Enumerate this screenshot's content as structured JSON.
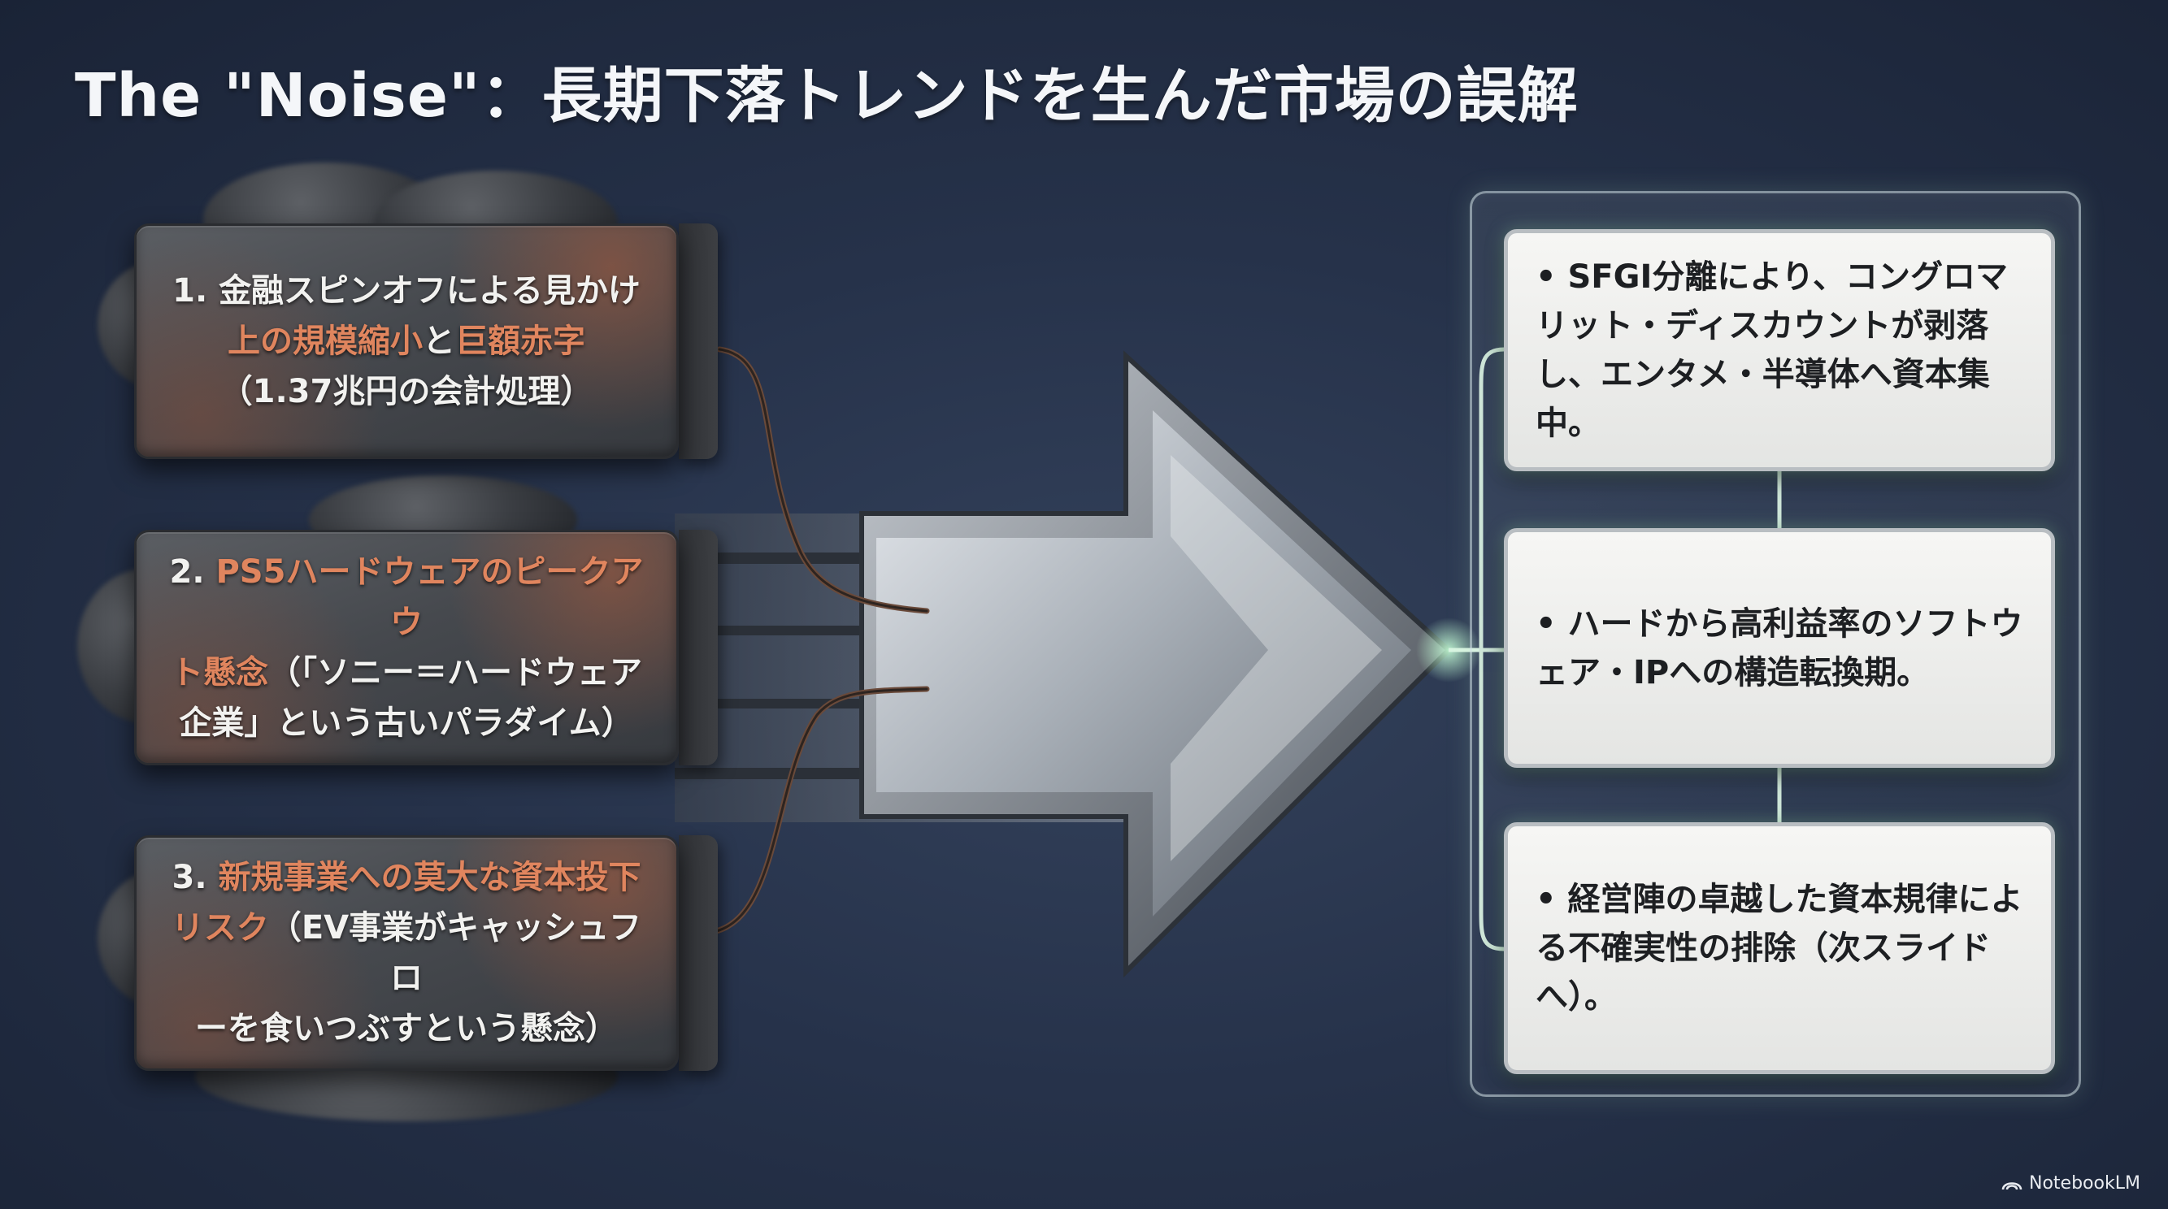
{
  "title": "The \"Noise\"：長期下落トレンドを生んだ市場の誤解",
  "noise_blocks": [
    {
      "lines": [
        [
          {
            "t": "1. 金融スピンオフによる見かけ",
            "hl": false
          }
        ],
        [
          {
            "t": "上の規模縮小",
            "hl": true
          },
          {
            "t": "と",
            "hl": false
          },
          {
            "t": "巨額赤字",
            "hl": true
          }
        ],
        [
          {
            "t": "（1.37兆円の会計処理）",
            "hl": false
          }
        ]
      ]
    },
    {
      "lines": [
        [
          {
            "t": "2. ",
            "hl": false
          },
          {
            "t": "PS5ハードウェアのピークアウ",
            "hl": true
          }
        ],
        [
          {
            "t": "ト懸念",
            "hl": true
          },
          {
            "t": "（「ソニー＝ハードウェア",
            "hl": false
          }
        ],
        [
          {
            "t": "企業」という古いパラダイム）",
            "hl": false
          }
        ]
      ]
    },
    {
      "lines": [
        [
          {
            "t": "3. ",
            "hl": false
          },
          {
            "t": "新規事業への莫大な資本投下",
            "hl": true
          }
        ],
        [
          {
            "t": "リスク",
            "hl": true
          },
          {
            "t": "（EV事業がキャッシュフロ",
            "hl": false
          }
        ],
        [
          {
            "t": "ーを食いつぶすという懸念）",
            "hl": false
          }
        ]
      ]
    }
  ],
  "reality_cards": [
    {
      "text": "• SFGI分離により、コングロマリット・ディスカウントが剥落し、エンタメ・半導体へ資本集中。"
    },
    {
      "text": "• ハードから高利益率のソフトウェア・IPへの構造転換期。"
    },
    {
      "text": "• 経営陣の卓越した資本規律による不確実性の排除（次スライドへ）。"
    }
  ],
  "branding": {
    "label": "NotebookLM"
  },
  "colors": {
    "background": "#26324a",
    "highlight": "#e0855e",
    "card_glow": "#a0e6b4"
  },
  "icons": [
    "arrow-icon",
    "notebooklm-logo-icon"
  ]
}
